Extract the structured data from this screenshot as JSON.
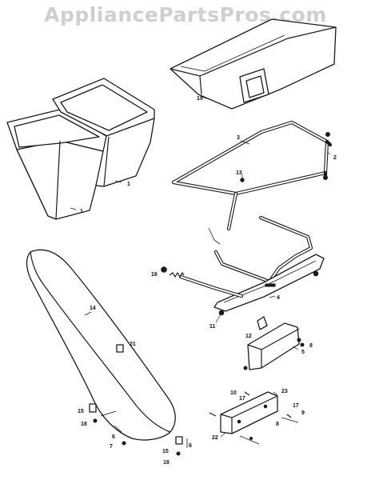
{
  "watermark": "AppliancePartsPros.com",
  "callouts": {
    "c1a": "1",
    "c1b": "1",
    "c2": "2",
    "c3": "3",
    "c4": "4",
    "c5": "5",
    "c6a": "6",
    "c6b": "6",
    "c7": "7",
    "c8a": "8",
    "c8b": "8",
    "c9": "9",
    "c10": "10",
    "c11": "11",
    "c12": "12",
    "c13": "13",
    "c14": "14",
    "c15a": "15",
    "c15b": "15",
    "c16": "16",
    "c17a": "17",
    "c17b": "17",
    "c18a": "18",
    "c18b": "18",
    "c19": "19",
    "c21": "21",
    "c22": "22",
    "c23": "23"
  }
}
